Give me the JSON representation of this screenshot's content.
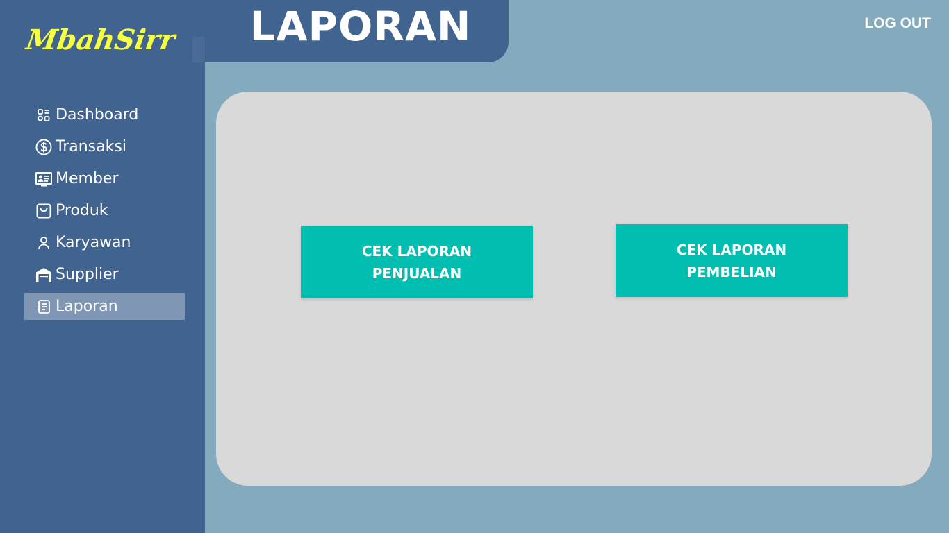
{
  "brand": {
    "logo_text": "MbahSirr",
    "logo_color": "#f6ff40"
  },
  "header": {
    "title": "LAPORAN",
    "logout_label": "LOG OUT"
  },
  "sidebar": {
    "items": [
      {
        "label": "Dashboard",
        "icon": "dashboard-icon",
        "active": false
      },
      {
        "label": "Transaksi",
        "icon": "dollar-circle-icon",
        "active": false
      },
      {
        "label": "Member",
        "icon": "id-card-icon",
        "active": false
      },
      {
        "label": "Produk",
        "icon": "shopping-bag-icon",
        "active": false
      },
      {
        "label": "Karyawan",
        "icon": "user-icon",
        "active": false
      },
      {
        "label": "Supplier",
        "icon": "warehouse-icon",
        "active": false
      },
      {
        "label": "Laporan",
        "icon": "report-icon",
        "active": true
      }
    ]
  },
  "main": {
    "buttons": {
      "sales": {
        "line1": "CEK LAPORAN",
        "line2": "PENJUALAN"
      },
      "purchase": {
        "line1": "CEK LAPORAN",
        "line2": "PEMBELIAN"
      }
    }
  },
  "colors": {
    "sidebar_bg": "#41638f",
    "page_bg": "#83aabd",
    "card_bg": "#d9d9d9",
    "button_bg": "#00bfb1",
    "active_item_bg": "#7f97b5"
  }
}
